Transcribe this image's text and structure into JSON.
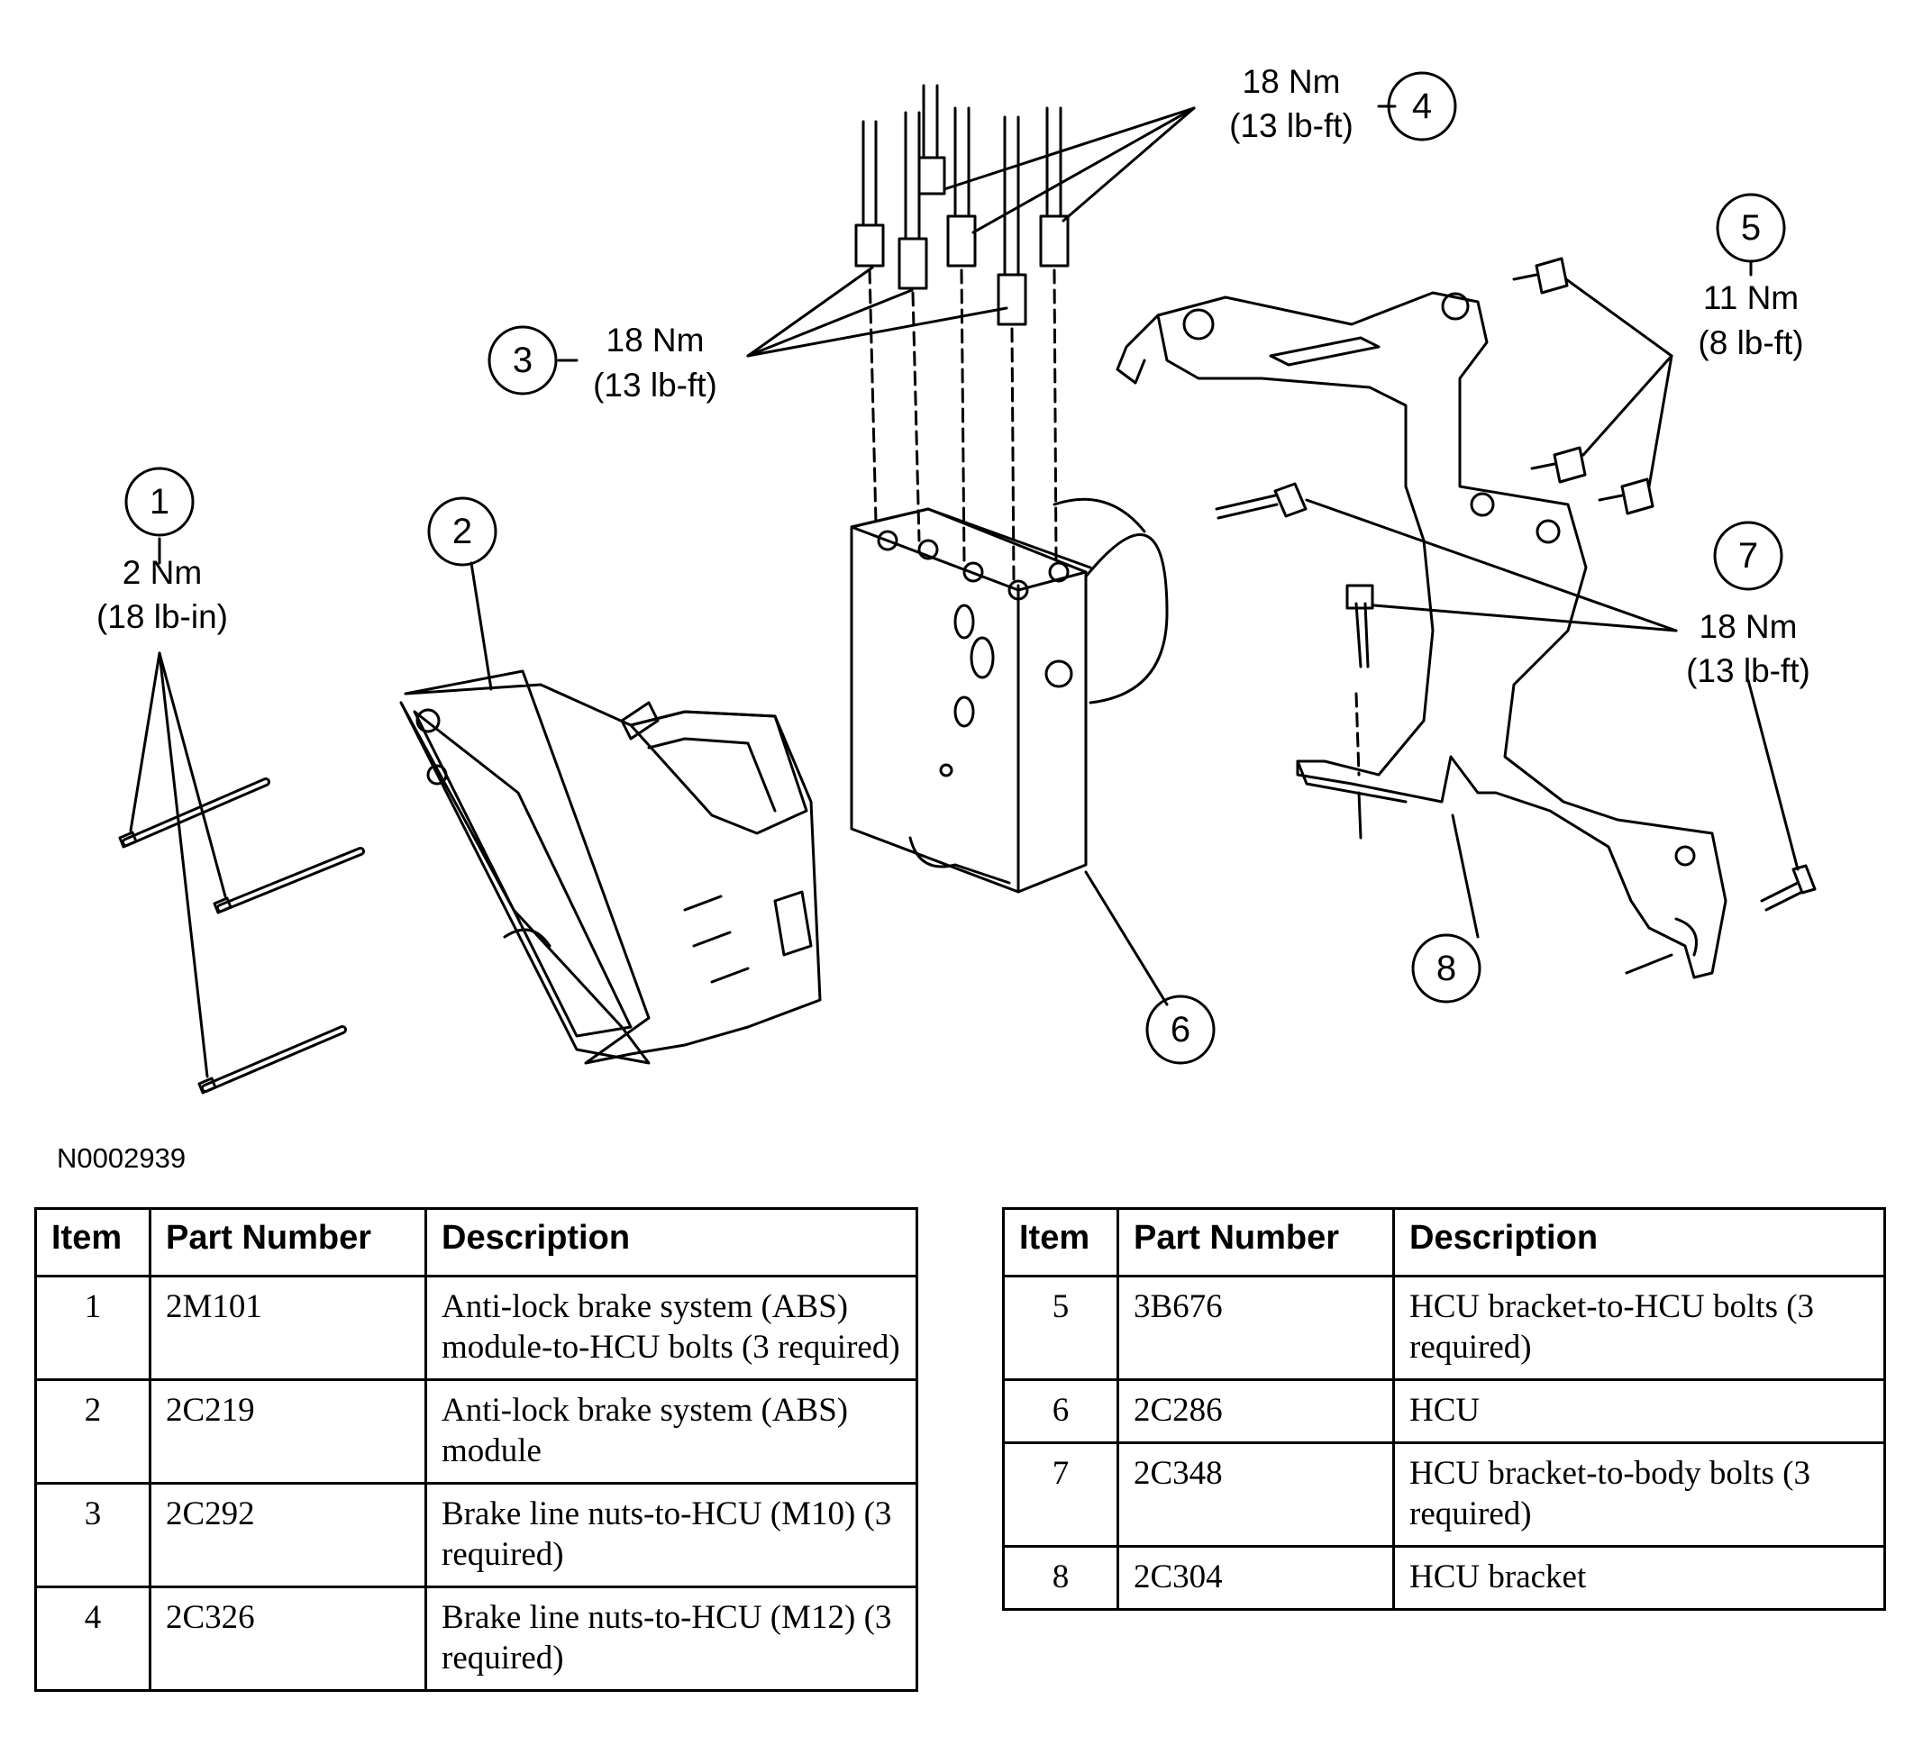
{
  "callouts": {
    "c1": {
      "num": "1",
      "torque": "2 Nm",
      "imperial": "(18 lb-in)"
    },
    "c2": {
      "num": "2"
    },
    "c3": {
      "num": "3",
      "torque": "18 Nm",
      "imperial": "(13 lb-ft)"
    },
    "c4": {
      "num": "4",
      "torque": "18 Nm",
      "imperial": "(13 lb-ft)"
    },
    "c5": {
      "num": "5",
      "torque": "11 Nm",
      "imperial": "(8 lb-ft)"
    },
    "c6": {
      "num": "6"
    },
    "c7": {
      "num": "7",
      "torque": "18 Nm",
      "imperial": "(13 lb-ft)"
    },
    "c8": {
      "num": "8"
    }
  },
  "figure_id": "N0002939",
  "table_headers": {
    "item": "Item",
    "part_number": "Part Number",
    "description": "Description"
  },
  "left_table": [
    {
      "item": "1",
      "part": "2M101",
      "desc": "Anti-lock brake system (ABS) module-to-HCU bolts (3 required)"
    },
    {
      "item": "2",
      "part": "2C219",
      "desc": "Anti-lock brake system (ABS) module"
    },
    {
      "item": "3",
      "part": "2C292",
      "desc": "Brake line nuts-to-HCU (M10) (3 required)"
    },
    {
      "item": "4",
      "part": "2C326",
      "desc": "Brake line nuts-to-HCU (M12) (3 required)"
    }
  ],
  "right_table": [
    {
      "item": "5",
      "part": "3B676",
      "desc": "HCU bracket-to-HCU bolts (3 required)"
    },
    {
      "item": "6",
      "part": "2C286",
      "desc": "HCU"
    },
    {
      "item": "7",
      "part": "2C348",
      "desc": "HCU bracket-to-body bolts (3 required)"
    },
    {
      "item": "8",
      "part": "2C304",
      "desc": "HCU bracket"
    }
  ]
}
